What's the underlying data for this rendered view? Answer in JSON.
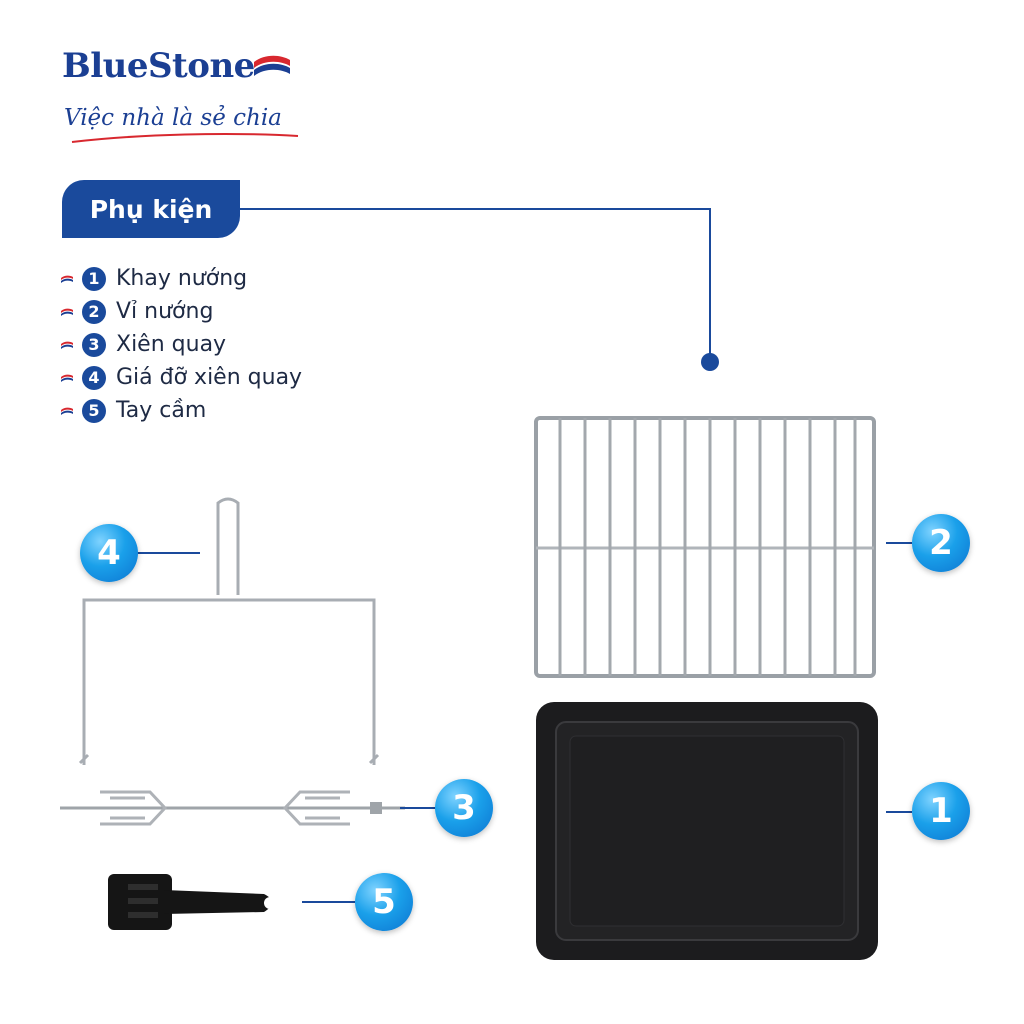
{
  "brand": {
    "name": "BlueStone",
    "tagline": "Việc nhà là sẻ chia",
    "colors": {
      "primary": "#1a4a9c",
      "accent": "#d8282f",
      "callout": "#1aa0ea"
    }
  },
  "section": {
    "title": "Phụ kiện"
  },
  "accessories": [
    {
      "number": "1",
      "label": "Khay nướng"
    },
    {
      "number": "2",
      "label": "Vỉ nướng"
    },
    {
      "number": "3",
      "label": "Xiên quay"
    },
    {
      "number": "4",
      "label": "Giá đỡ xiên quay"
    },
    {
      "number": "5",
      "label": "Tay cầm"
    }
  ],
  "callouts": {
    "tray": "1",
    "rack": "2",
    "spit": "3",
    "spit_holder": "4",
    "handle": "5"
  },
  "icons": {
    "bullet": "brand-wave-icon",
    "logo_mark": "bluestone-wave-logo-icon"
  }
}
